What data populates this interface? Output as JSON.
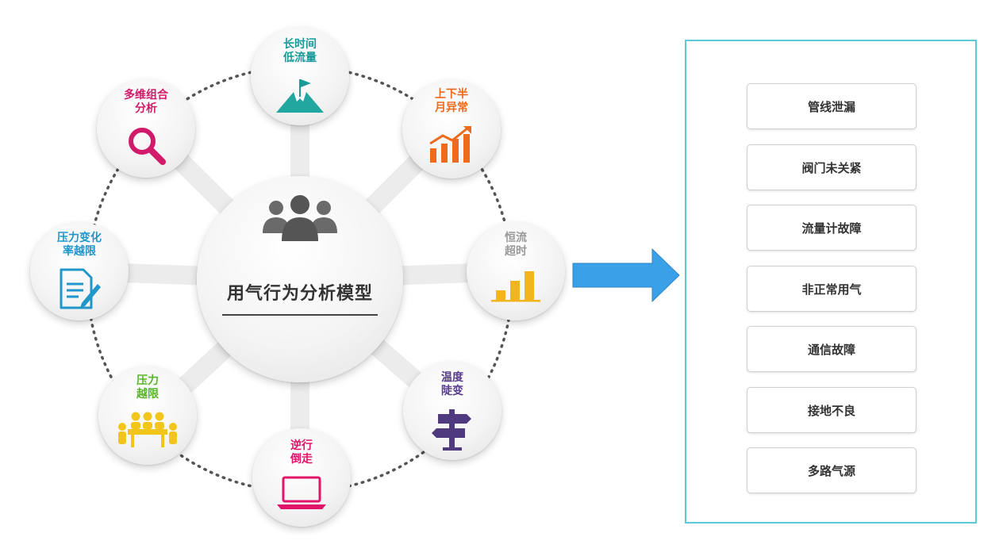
{
  "center": {
    "title": "用气行为分析模型",
    "icon": "people-group-icon"
  },
  "nodes": [
    {
      "id": "long-low-flow",
      "label1": "长时间",
      "label2": "低流量",
      "color": "#1a9a9a",
      "icon": "mountain-flag-icon"
    },
    {
      "id": "half-month",
      "label1": "上下半",
      "label2": "月异常",
      "color": "#ef6a1a",
      "icon": "rising-bars-chart-icon"
    },
    {
      "id": "constant-overtime",
      "label1": "恒流",
      "label2": "超时",
      "color": "#9a9a9a",
      "icon": "bar-chart-icon"
    },
    {
      "id": "temperature",
      "label1": "温度",
      "label2": "陡变",
      "color": "#5a3d8f",
      "icon": "signpost-icon"
    },
    {
      "id": "reverse",
      "label1": "逆行",
      "label2": "倒走",
      "color": "#e0156a",
      "icon": "laptop-icon"
    },
    {
      "id": "pressure-limit",
      "label1": "压力",
      "label2": "越限",
      "color": "#59b52a",
      "icon": "meeting-table-icon"
    },
    {
      "id": "pressure-rate",
      "label1": "压力变化",
      "label2": "率越限",
      "color": "#2196c9",
      "icon": "document-pen-icon"
    },
    {
      "id": "multi-dim",
      "label1": "多维组合",
      "label2": "分析",
      "color": "#d21a6a",
      "icon": "magnifier-icon"
    }
  ],
  "results": [
    "管线泄漏",
    "阀门未关紧",
    "流量计故障",
    "非正常用气",
    "通信故障",
    "接地不良",
    "多路气源"
  ],
  "colors": {
    "arrow": "#3aa0e8",
    "panel_border": "#5ccbd8"
  }
}
